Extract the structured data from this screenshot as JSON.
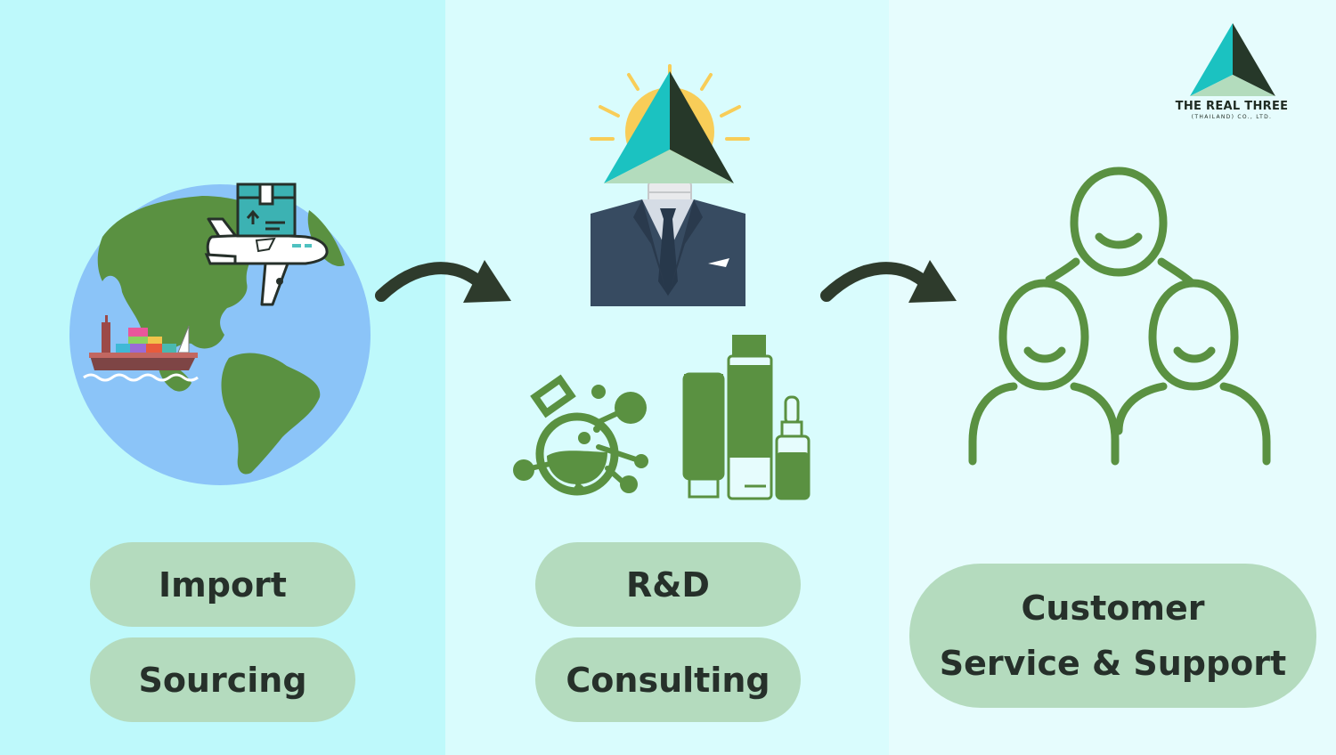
{
  "colors": {
    "panel_left": "#bef9fb",
    "panel_middle": "#d9fcfd",
    "panel_right": "#e6fcfd",
    "pill_fill": "#b4dbbe",
    "green": "#5a9141",
    "ocean": "#8bc4f8",
    "arrow": "#2e3b2c",
    "logo_teal": "#1bc2c1",
    "logo_dark": "#263829",
    "suit": "#374b61",
    "text_dark": "#26302a"
  },
  "logo": {
    "name": "THE REAL THREE",
    "subtitle": "(THAILAND) CO., LTD."
  },
  "steps": [
    {
      "labels": [
        "Import",
        "Sourcing"
      ]
    },
    {
      "labels": [
        "R&D",
        "Consulting"
      ]
    },
    {
      "labels": [
        "Customer",
        "Service & Support"
      ]
    }
  ],
  "icons": [
    "globe-icon",
    "airplane-icon",
    "package-box-icon",
    "cargo-ship-icon",
    "arrow-right-icon",
    "lightbulb-head-icon",
    "business-suit-icon",
    "chemistry-flask-icon",
    "cosmetic-bottles-icon",
    "people-group-icon"
  ]
}
